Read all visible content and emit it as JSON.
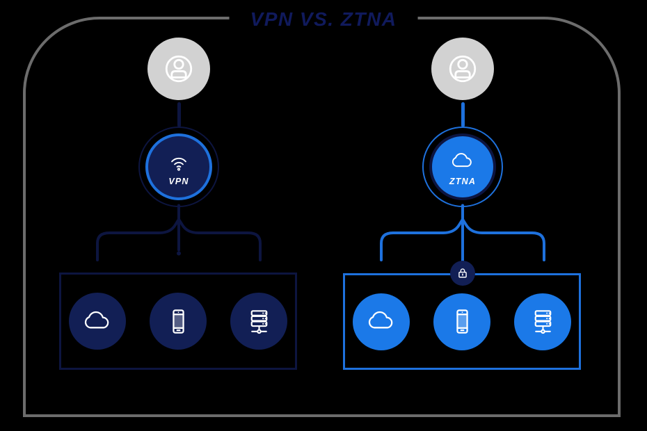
{
  "title": "VPN VS. ZTNA",
  "colors": {
    "background": "#000000",
    "navy": "#121f55",
    "navy_dark": "#0d1540",
    "blue": "#1e71dd",
    "blue_bright": "#1b79e8",
    "gray_frame": "#6c6c6c",
    "gray_user": "#d2d2d2",
    "title_navy": "#101a5c",
    "icon_white": "#ffffff"
  },
  "left_column": {
    "user_icon": "user-icon",
    "hub_label": "VPN",
    "hub_icon": "wifi-icon",
    "devices": [
      "cloud",
      "smartphone",
      "server"
    ]
  },
  "right_column": {
    "user_icon": "user-icon",
    "hub_label": "ZTNA",
    "hub_icon": "cloud-icon",
    "lock_icon": "lock-icon",
    "devices": [
      "cloud",
      "smartphone",
      "server"
    ]
  }
}
